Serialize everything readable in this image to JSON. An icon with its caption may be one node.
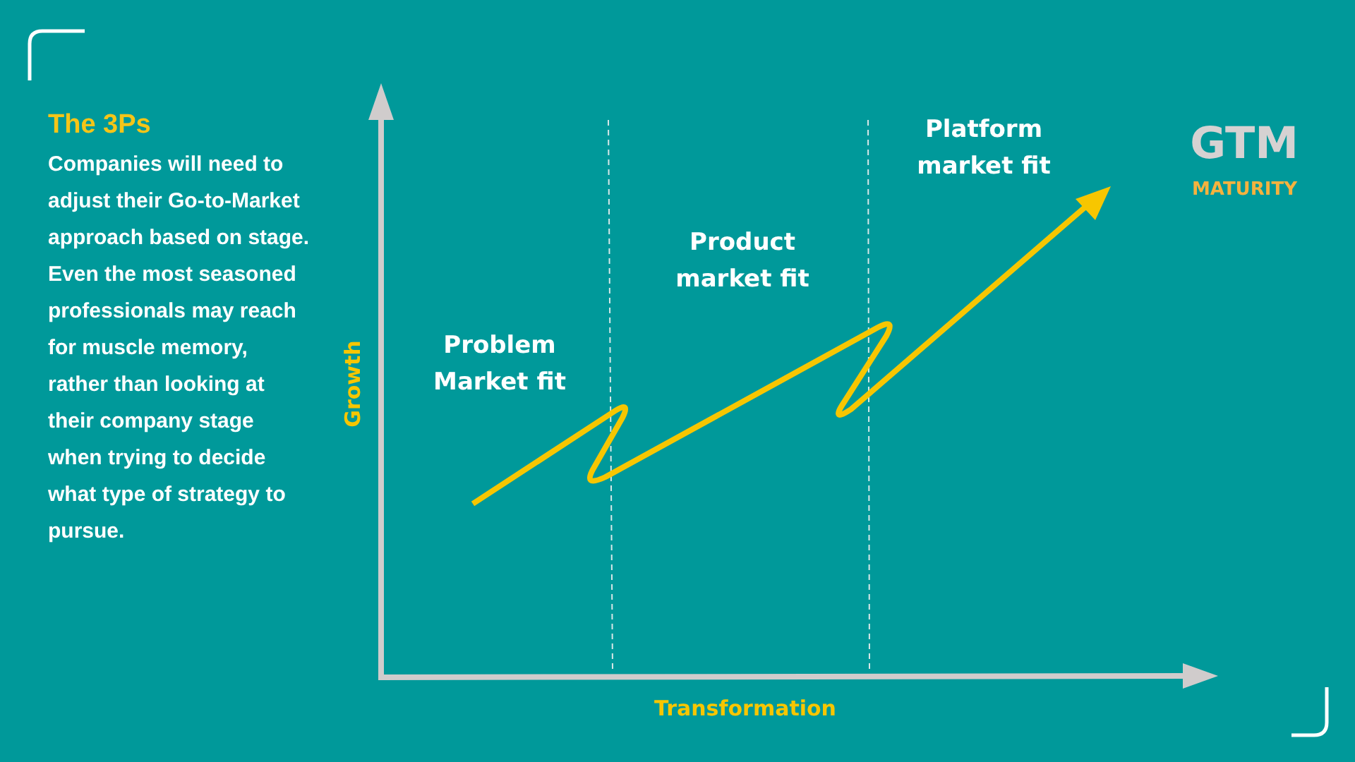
{
  "diagram": {
    "title": "The 3Ps",
    "labels": [
      "Companies will need to adjust their Go-to-Market approach based on stage.  Even the most seasoned professionals may reach for muscle memory, rather than looking at their company stage when trying to decide what type of strategy to pursue.",
      "Growth",
      "Problem Market fit",
      "Product market fit",
      "Platform market fit",
      "GTM",
      "MATURITY",
      "Transformation"
    ]
  }
}
